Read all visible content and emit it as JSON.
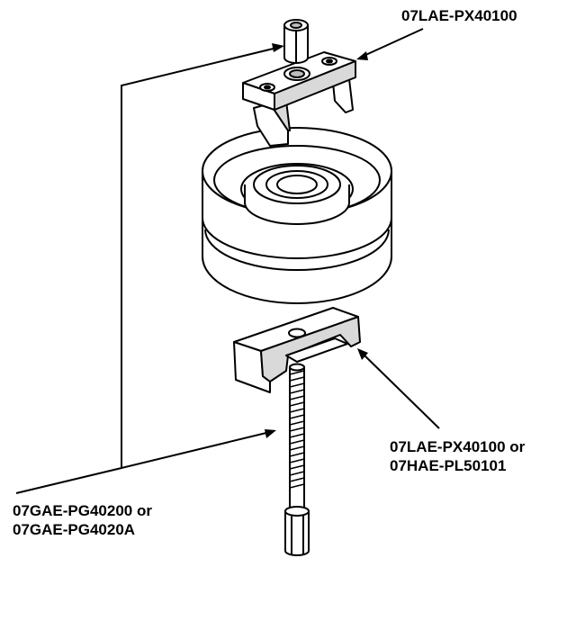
{
  "labels": {
    "top_tool": "07LAE-PX40100",
    "right_tool_line1": "07LAE-PX40100 or",
    "right_tool_line2": "07HAE-PL50101",
    "bolt_line1": "07GAE-PG40200 or",
    "bolt_line2": "07GAE-PG4020A"
  },
  "colors": {
    "ink": "#000000",
    "paper": "#ffffff",
    "shade": "#d9d9d9",
    "hole": "#bdbdbd"
  }
}
